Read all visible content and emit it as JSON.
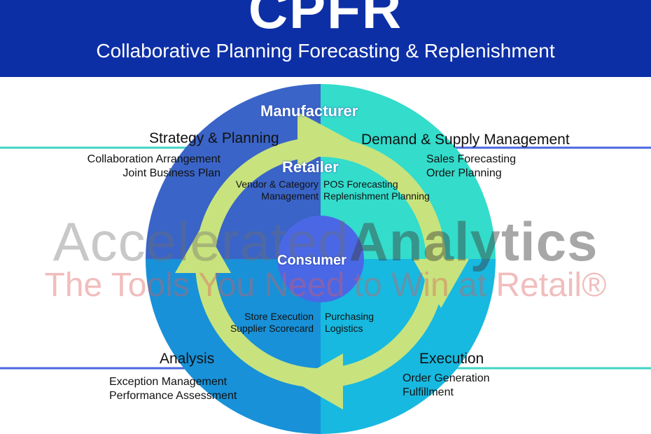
{
  "header": {
    "title": "CPFR",
    "subtitle": "Collaborative Planning Forecasting & Replenishment"
  },
  "ring_labels": {
    "outer": "Manufacturer",
    "middle": "Retailer",
    "center": "Consumer"
  },
  "quadrants": {
    "top_left": {
      "title": "Strategy & Planning",
      "manufacturer_items": [
        "Collaboration Arrangement",
        "Joint Business Plan"
      ],
      "retailer_items": [
        "Vendor & Category",
        "Management"
      ]
    },
    "top_right": {
      "title": "Demand & Supply Management",
      "manufacturer_items": [
        "Sales Forecasting",
        "Order Planning"
      ],
      "retailer_items": [
        "POS Forecasting",
        "Replenishment Planning"
      ]
    },
    "bottom_left": {
      "title": "Analysis",
      "manufacturer_items": [
        "Exception Management",
        "Performance Assessment"
      ],
      "retailer_items": [
        "Store Execution",
        "Supplier Scorecard"
      ]
    },
    "bottom_right": {
      "title": "Execution",
      "manufacturer_items": [
        "Order Generation",
        "Fulfillment"
      ],
      "retailer_items": [
        "Purchasing",
        "Logistics"
      ]
    }
  },
  "watermark": {
    "line1_light": "Accelerated",
    "line1_bold": "Analytics",
    "line2": "The Tools You Need to Win at Retail®"
  },
  "colors": {
    "header": "#0d2fa6",
    "quadrant_top_left": "#3a64c7",
    "quadrant_top_right": "#33dccb",
    "quadrant_bottom_left": "#1891d8",
    "quadrant_bottom_right": "#17b9e0",
    "arrow": "#c8e37d",
    "center": "#4a68e6"
  }
}
